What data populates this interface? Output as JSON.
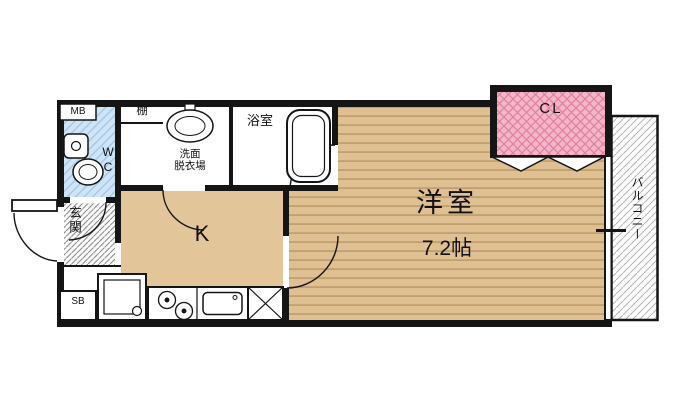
{
  "floorplan": {
    "background": "#ffffff",
    "wall_color": "#151515",
    "labels": {
      "meter_box": "MB",
      "shelf": "棚",
      "wc": "WC",
      "washroom_line1": "洗面",
      "washroom_line2": "脱衣場",
      "bathroom": "浴室",
      "closet": "CL",
      "balcony": "バルコニー",
      "entrance": "玄関",
      "kitchen": "K",
      "main_room": "洋室",
      "main_room_size": "7.2帖",
      "shoe_box": "SB"
    },
    "colors": {
      "tatami_floor": "#dfc093",
      "tatami_line": "#c3a06b",
      "kitchen_floor": "#e2c699",
      "wc_fill": "#cfe4f6",
      "wc_line": "#a3c6e6",
      "closet_fill": "#f6b6c9",
      "closet_line": "#e0809e",
      "entrance_hatch_line": "#8a8a8a",
      "balcony_hatch_line": "#b5b5b5"
    }
  }
}
